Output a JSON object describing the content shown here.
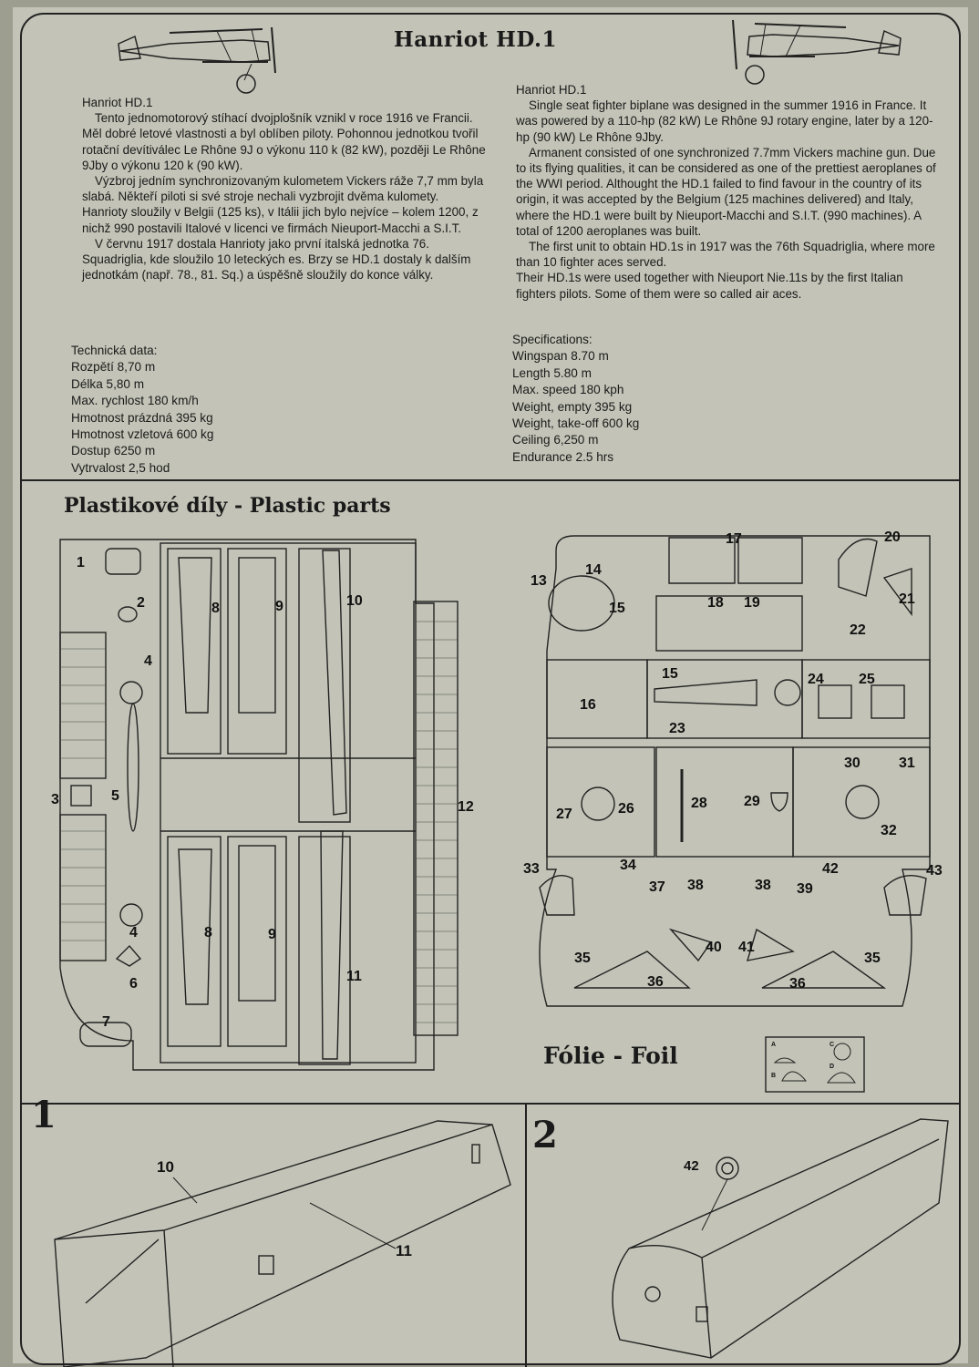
{
  "title": "Hanriot HD.1",
  "czech": {
    "heading": "Hanriot HD.1",
    "paragraphs": [
      "Tento jednomotorový stíhací dvojplošník vznikl v roce 1916 ve Francii. Měl dobré letové vlastnosti a byl oblíben piloty. Pohonnou jednotkou tvořil rotační devítiválec Le Rhône 9J o výkonu 110 k (82 kW), později Le Rhône 9Jby o výkonu 120 k (90 kW).",
      "Výzbroj jedním synchronizovaným kulometem Vickers ráže 7,7 mm byla slabá. Někteří piloti si své stroje nechali vyzbrojit dvěma kulomety. Hanrioty sloužily v Belgii (125 ks), v Itálii jich bylo nejvíce – kolem 1200, z nichž 990 postavili Italové v licenci ve firmách Nieuport-Macchi a S.I.T.",
      "V červnu 1917 dostala Hanrioty jako první italská jednotka 76. Squadriglia, kde sloužilo 10 leteckých es. Brzy se HD.1 dostaly k dalším jednotkám (např. 78., 81. Sq.) a úspěšně sloužily do konce války."
    ],
    "spec_heading": "Technická data:",
    "specs": [
      "Rozpětí 8,70 m",
      "Délka 5,80 m",
      "Max. rychlost 180 km/h",
      "Hmotnost prázdná 395 kg",
      "Hmotnost vzletová 600 kg",
      "Dostup 6250 m",
      "Vytrvalost 2,5 hod"
    ]
  },
  "english": {
    "heading": "Hanriot HD.1",
    "paragraphs": [
      "Single seat fighter biplane was designed in the summer 1916 in France. It was powered by a 110-hp (82 kW) Le Rhône 9J rotary engine, later by a 120-hp (90 kW) Le Rhône 9Jby.",
      "Armanent consisted of one synchronized 7.7mm Vickers machine gun. Due to its flying qualities, it can be considered as one of the prettiest aeroplanes of the WWI period. Althought the HD.1 failed to find favour in the country of its origin, it was accepted by the Belgium (125 machines delivered) and Italy, where the HD.1 were built by Nieuport-Macchi and S.I.T. (990 machines). A total of 1200 aeroplanes was built.",
      "The first unit to obtain HD.1s in 1917 was the 76th Squadriglia, where more than 10 fighter aces served.",
      "Their HD.1s were used together with Nieuport Nie.11s by the first Italian fighters pilots. Some of them were so called air aces."
    ],
    "spec_heading": "Specifications:",
    "specs": [
      "Wingspan  8.70 m",
      "Length  5.80 m",
      "Max. speed  180 kph",
      "Weight, empty  395 kg",
      "Weight, take-off  600 kg",
      "Ceiling  6,250 m",
      "Endurance 2.5 hrs"
    ]
  },
  "plastic_parts_title": "Plastikové díly - Plastic parts",
  "foil_title": "Fólie - Foil",
  "foil_letters": [
    "A",
    "B",
    "C",
    "D"
  ],
  "left_sprue_labels": [
    "1",
    "2",
    "3",
    "4",
    "4",
    "5",
    "6",
    "7",
    "8",
    "8",
    "9",
    "9",
    "10",
    "11",
    "12"
  ],
  "right_sprue_labels": [
    "13",
    "14",
    "15",
    "15",
    "16",
    "17",
    "18",
    "19",
    "20",
    "21",
    "22",
    "23",
    "24",
    "25",
    "26",
    "27",
    "28",
    "29",
    "30",
    "31",
    "32",
    "33",
    "34",
    "35",
    "35",
    "36",
    "36",
    "37",
    "38",
    "38",
    "39",
    "40",
    "41",
    "42",
    "43"
  ],
  "steps": [
    {
      "number": "1",
      "parts": [
        "10",
        "11"
      ]
    },
    {
      "number": "2",
      "parts": [
        "42"
      ]
    }
  ]
}
